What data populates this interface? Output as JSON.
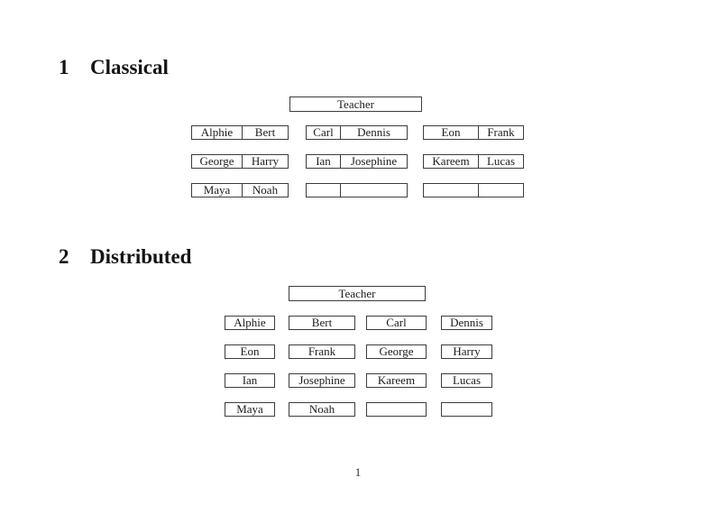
{
  "document": {
    "page_number": "1"
  },
  "sections": [
    {
      "number": "1",
      "title": "Classical",
      "teacher_label": "Teacher",
      "rows": [
        [
          {
            "left": "Alphie",
            "right": "Bert"
          },
          {
            "left": "Carl",
            "right": "Dennis"
          },
          {
            "left": "Eon",
            "right": "Frank"
          }
        ],
        [
          {
            "left": "George",
            "right": "Harry"
          },
          {
            "left": "Ian",
            "right": "Josephine"
          },
          {
            "left": "Kareem",
            "right": "Lucas"
          }
        ],
        [
          {
            "left": "Maya",
            "right": "Noah"
          },
          {
            "left": "",
            "right": ""
          },
          {
            "left": "",
            "right": ""
          }
        ]
      ]
    },
    {
      "number": "2",
      "title": "Distributed",
      "teacher_label": "Teacher",
      "rows": [
        [
          "Alphie",
          "Bert",
          "Carl",
          "Dennis"
        ],
        [
          "Eon",
          "Frank",
          "George",
          "Harry"
        ],
        [
          "Ian",
          "Josephine",
          "Kareem",
          "Lucas"
        ],
        [
          "Maya",
          "Noah",
          "",
          ""
        ]
      ]
    }
  ]
}
